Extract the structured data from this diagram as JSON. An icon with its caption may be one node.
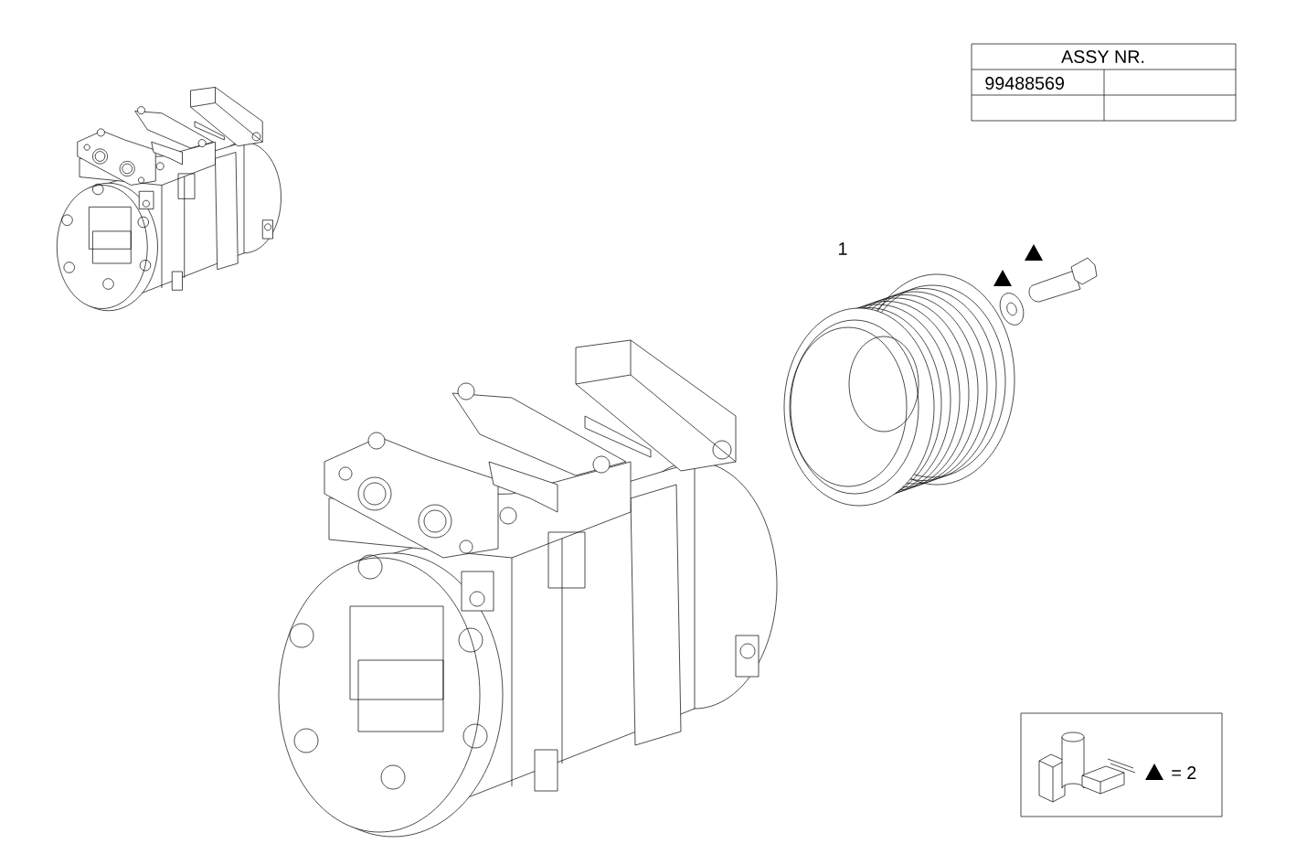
{
  "diagram": {
    "labels": [
      "ASSY NR.",
      "99488569",
      "1",
      "= 2"
    ]
  }
}
